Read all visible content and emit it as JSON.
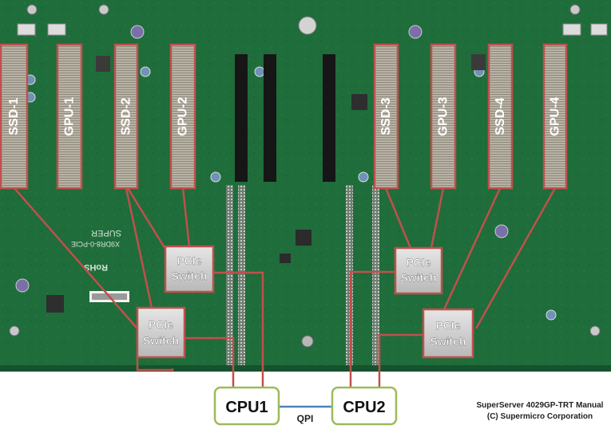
{
  "slots": [
    {
      "label": "SSD-1"
    },
    {
      "label": "GPU-1"
    },
    {
      "label": "SSD-2"
    },
    {
      "label": "GPU-2"
    },
    {
      "label": "SSD-3"
    },
    {
      "label": "GPU-3"
    },
    {
      "label": "SSD-4"
    },
    {
      "label": "GPU-4"
    }
  ],
  "switches": [
    {
      "line1": "PCIe",
      "line2": "Switch"
    },
    {
      "line1": "PCIe",
      "line2": "Switch"
    },
    {
      "line1": "PCIe",
      "line2": "Switch"
    },
    {
      "line1": "PCIe",
      "line2": "Switch"
    }
  ],
  "cpus": [
    {
      "label": "CPU1"
    },
    {
      "label": "CPU2"
    }
  ],
  "interconnect": {
    "label": "QPI"
  },
  "credit": {
    "line1": "SuperServer 4029GP-TRT Manual",
    "line2": "(C) Supermicro Corporation"
  },
  "board_print": {
    "vendor": "SUPER",
    "model": "X9DR8-0-PCIE",
    "rohs": "RoHS"
  },
  "colors": {
    "board": "#1f6b3a",
    "highlight": "#c0504d",
    "cpu_border": "#9bbb59",
    "qpi_link": "#4f81bd"
  }
}
